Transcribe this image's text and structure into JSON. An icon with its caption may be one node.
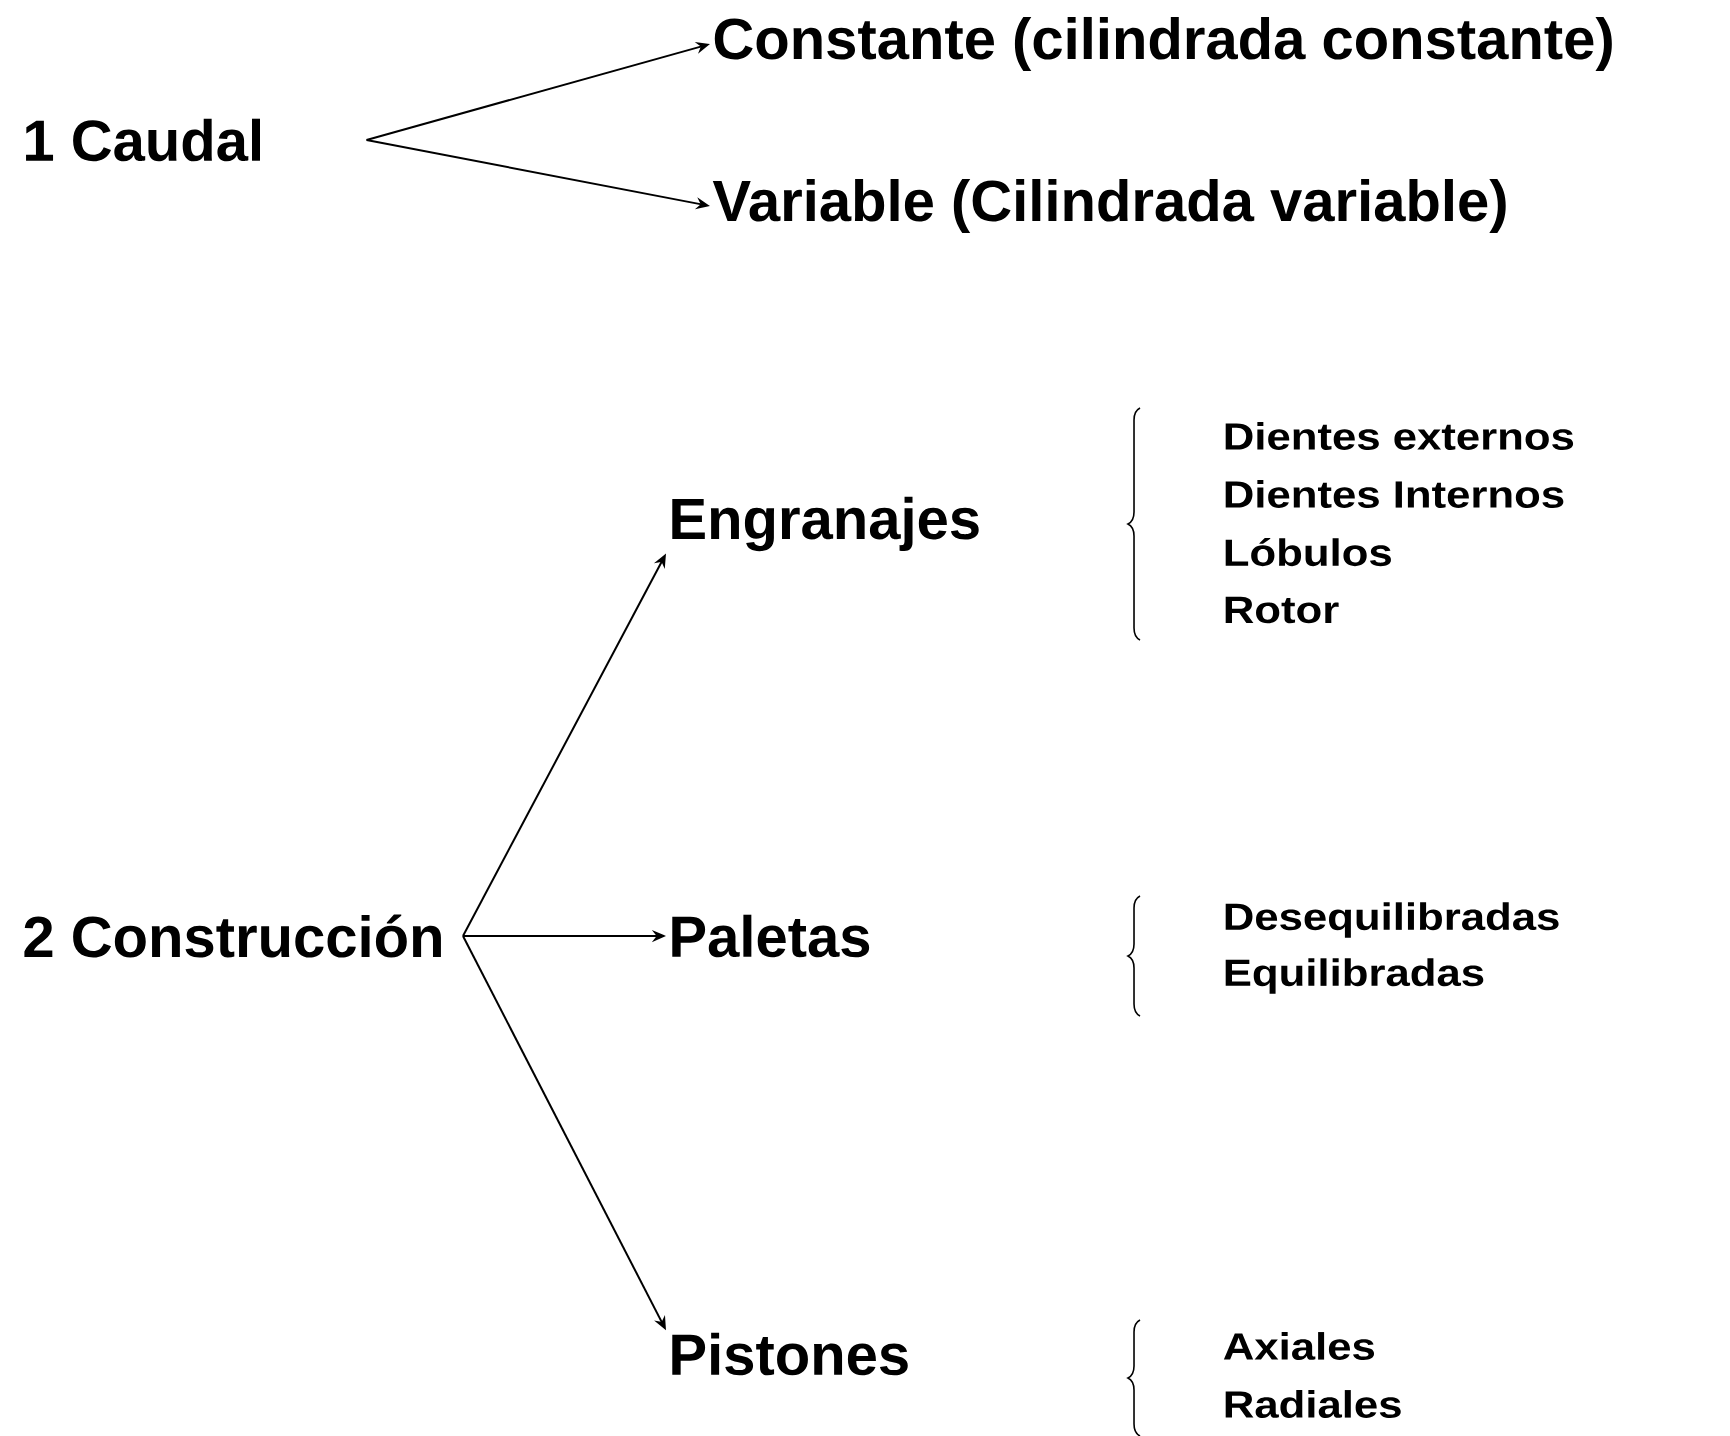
{
  "diagram": {
    "nodes": [
      {
        "text": [
          "1  Caudal"
        ]
      },
      {
        "text": [
          "Constante  (cilindrada constante)"
        ]
      },
      {
        "text": [
          "Variable  (Cilindrada variable)"
        ]
      },
      {
        "text": [
          "2  Construcción"
        ]
      },
      {
        "text": [
          "Engranajes"
        ]
      },
      {
        "text": [
          "Paletas"
        ]
      },
      {
        "text": [
          "Pistones"
        ]
      }
    ],
    "edges": [
      {
        "from": 0,
        "to": 1,
        "arrow": "to"
      },
      {
        "from": 0,
        "to": 2,
        "arrow": "to"
      },
      {
        "from": 3,
        "to": 4,
        "arrow": "to"
      },
      {
        "from": 3,
        "to": 5,
        "arrow": "to"
      },
      {
        "from": 3,
        "to": 6,
        "arrow": "to"
      }
    ],
    "labels": [
      "Dientes externos",
      "Dientes Internos",
      "Lóbulos",
      "Rotor",
      "Desequilibradas",
      "Equilibradas",
      "Axiales",
      "Radiales"
    ]
  }
}
